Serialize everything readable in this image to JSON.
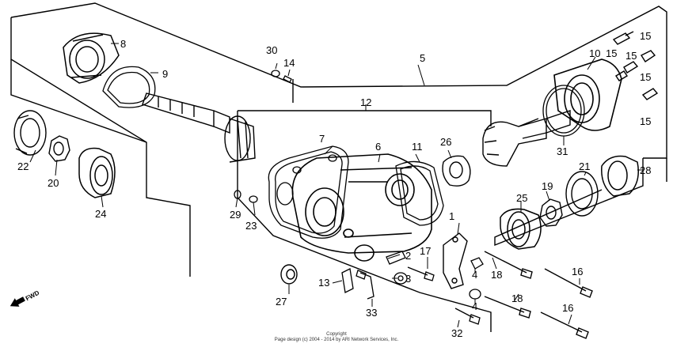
{
  "diagram": {
    "part_numbers": [
      "1",
      "2",
      "3",
      "4",
      "4",
      "5",
      "6",
      "7",
      "8",
      "9",
      "10",
      "11",
      "12",
      "13",
      "14",
      "15",
      "15",
      "15",
      "15",
      "15",
      "16",
      "16",
      "17",
      "18",
      "18",
      "19",
      "20",
      "21",
      "22",
      "23",
      "24",
      "25",
      "26",
      "27",
      "28",
      "29",
      "30",
      "31",
      "32",
      "33"
    ]
  },
  "direction_label": "FWD",
  "copyright": {
    "line1": "Copyright",
    "line2": "Page design (c) 2004 - 2014 by ARI Network Services, Inc."
  }
}
